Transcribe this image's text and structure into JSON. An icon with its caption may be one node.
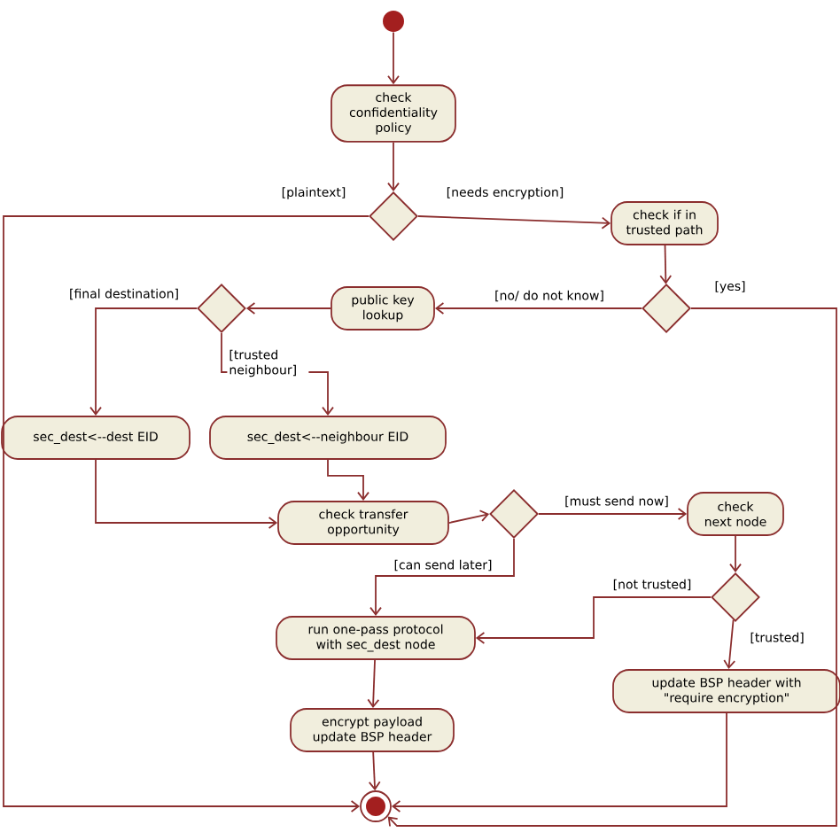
{
  "diagram": {
    "nodes": [
      {
        "text": [],
        "shape": "circle"
      },
      {
        "text": [
          "check confidentiality policy"
        ]
      },
      {
        "text": [],
        "shape": "diamond"
      },
      {
        "text": [
          "check if in trusted path"
        ]
      },
      {
        "text": [],
        "shape": "diamond"
      },
      {
        "text": [
          "public key lookup"
        ]
      },
      {
        "text": [],
        "shape": "diamond"
      },
      {
        "text": [
          "sec_dest<--dest EID"
        ]
      },
      {
        "text": [
          "sec_dest<--neighbour EID"
        ]
      },
      {
        "text": [
          "check transfer opportunity"
        ]
      },
      {
        "text": [],
        "shape": "diamond"
      },
      {
        "text": [
          "check next node"
        ]
      },
      {
        "text": [],
        "shape": "diamond"
      },
      {
        "text": [
          "run one-pass protocol with sec_dest node"
        ]
      },
      {
        "text": [
          "update BSP header with \"require encryption\""
        ]
      },
      {
        "text": [
          "encrypt payload update BSP header"
        ]
      },
      {
        "text": [],
        "shape": "bullseye"
      }
    ],
    "edges": [
      {
        "from": 0,
        "to": 1,
        "arrow": "to"
      },
      {
        "from": 1,
        "to": 2,
        "arrow": "to"
      },
      {
        "from": 2,
        "to": 3,
        "arrow": "to",
        "label": "[needs encryption]"
      },
      {
        "from": 2,
        "to": 16,
        "arrow": "to",
        "label": "[plaintext]"
      },
      {
        "from": 3,
        "to": 4,
        "arrow": "to"
      },
      {
        "from": 4,
        "to": 5,
        "arrow": "to",
        "label": "[no/ do not know]"
      },
      {
        "from": 4,
        "to": 16,
        "arrow": "to",
        "label": "[yes]"
      },
      {
        "from": 5,
        "to": 6,
        "arrow": "to"
      },
      {
        "from": 6,
        "to": 7,
        "arrow": "to",
        "label": "[final destination]"
      },
      {
        "from": 6,
        "to": 8,
        "arrow": "to",
        "label": "[trusted neighbour]"
      },
      {
        "from": 7,
        "to": 9,
        "arrow": "to"
      },
      {
        "from": 8,
        "to": 9,
        "arrow": "to"
      },
      {
        "from": 9,
        "to": 10,
        "arrow": "to"
      },
      {
        "from": 10,
        "to": 11,
        "arrow": "to",
        "label": "[must send now]"
      },
      {
        "from": 10,
        "to": 13,
        "arrow": "to",
        "label": "[can send later]"
      },
      {
        "from": 11,
        "to": 12,
        "arrow": "to"
      },
      {
        "from": 12,
        "to": 13,
        "arrow": "to",
        "label": "[not trusted]"
      },
      {
        "from": 12,
        "to": 14,
        "arrow": "to",
        "label": "[trusted]"
      },
      {
        "from": 13,
        "to": 15,
        "arrow": "to"
      },
      {
        "from": 15,
        "to": 16,
        "arrow": "to"
      },
      {
        "from": 14,
        "to": 16,
        "arrow": "to"
      }
    ]
  }
}
